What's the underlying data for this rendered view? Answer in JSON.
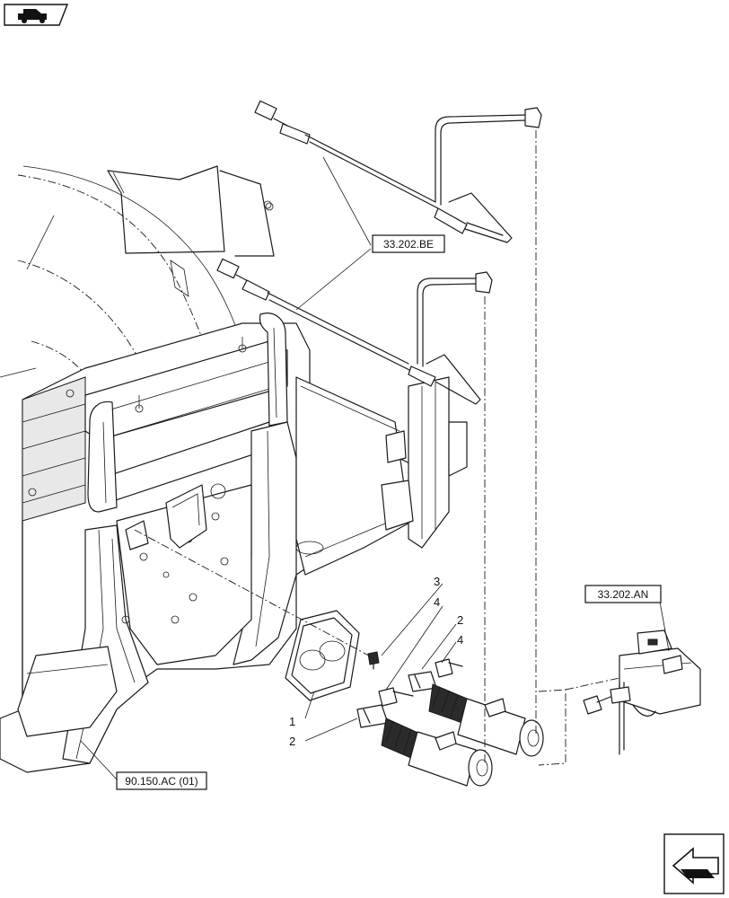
{
  "references": {
    "pipe_ref": "33.202.BE",
    "reservoir_ref": "33.202.AN",
    "frame_ref": "90.150.AC (01)"
  },
  "callouts": {
    "c1": "1",
    "c2a": "2",
    "c2b": "2",
    "c3": "3",
    "c4a": "4",
    "c4b": "4"
  },
  "icons": {
    "top_left": "vehicle-book-icon",
    "bottom_right": "next-page-arrow-icon"
  }
}
